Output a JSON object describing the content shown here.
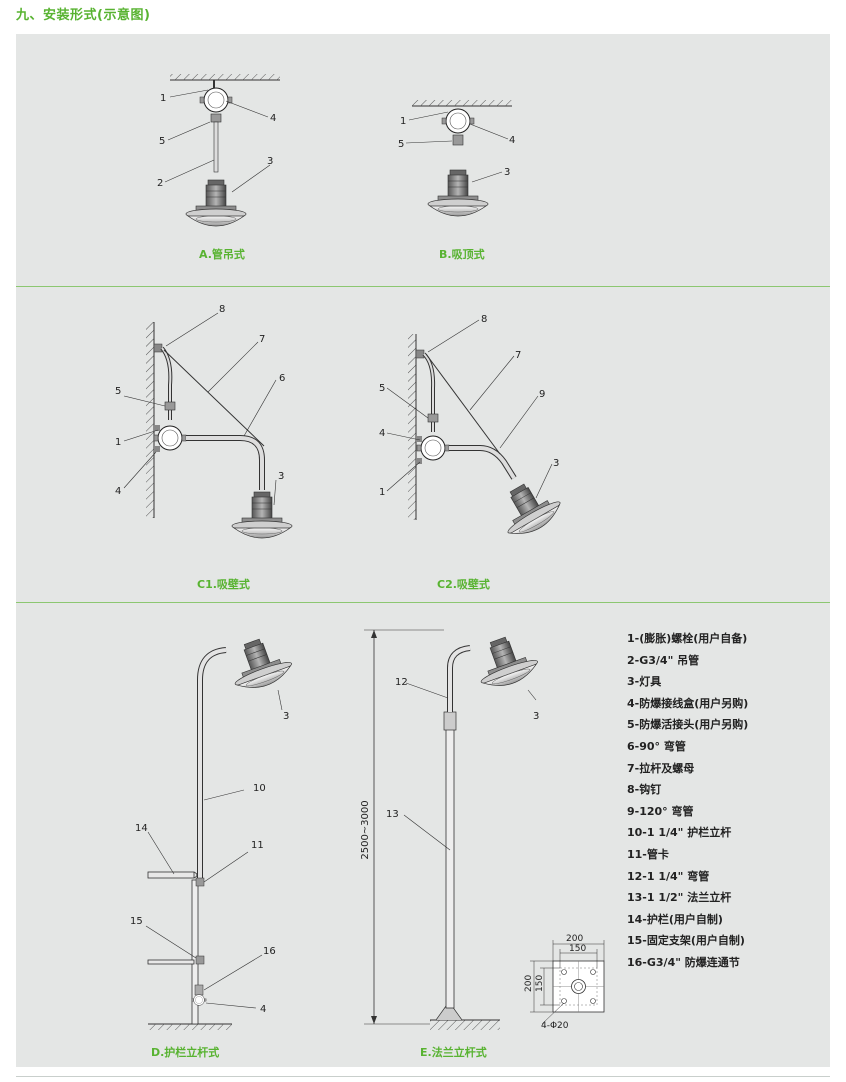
{
  "title": "九、安装形式(示意图)",
  "captions": {
    "a": "A.管吊式",
    "b": "B.吸顶式",
    "c1": "C1.吸壁式",
    "c2": "C2.吸壁式",
    "d": "D.护栏立杆式",
    "e": "E.法兰立杆式"
  },
  "callouts": {
    "a": [
      "1",
      "4",
      "5",
      "3",
      "2"
    ],
    "b": [
      "1",
      "4",
      "5",
      "3"
    ],
    "c1": [
      "8",
      "7",
      "6",
      "5",
      "1",
      "4",
      "3"
    ],
    "c2": [
      "8",
      "7",
      "9",
      "5",
      "4",
      "1",
      "3"
    ],
    "d": [
      "3",
      "10",
      "14",
      "11",
      "15",
      "16",
      "4"
    ],
    "e": [
      "12",
      "3",
      "13"
    ]
  },
  "dimensions": {
    "height_range": "2500~3000",
    "plate_outer": "200",
    "plate_inner": "150",
    "plate_outer_v": "200",
    "plate_inner_v": "150",
    "holes": "4-Φ20"
  },
  "legend": [
    "1-(膨胀)螺栓(用户自备)",
    "2-G3/4\" 吊管",
    "3-灯具",
    "4-防爆接线盒(用户另购)",
    "5-防爆活接头(用户另购)",
    "6-90° 弯管",
    "7-拉杆及螺母",
    "8-钩钉",
    "9-120° 弯管",
    "10-1 1/4\" 护栏立杆",
    "11-管卡",
    "12-1 1/4\" 弯管",
    "13-1 1/2\" 法兰立杆",
    "14-护栏(用户自制)",
    "15-固定支架(用户自制)",
    "16-G3/4\" 防爆连通节"
  ],
  "colors": {
    "accent": "#58b331",
    "panel": "#e4e6e5",
    "divider": "#8cc771"
  }
}
